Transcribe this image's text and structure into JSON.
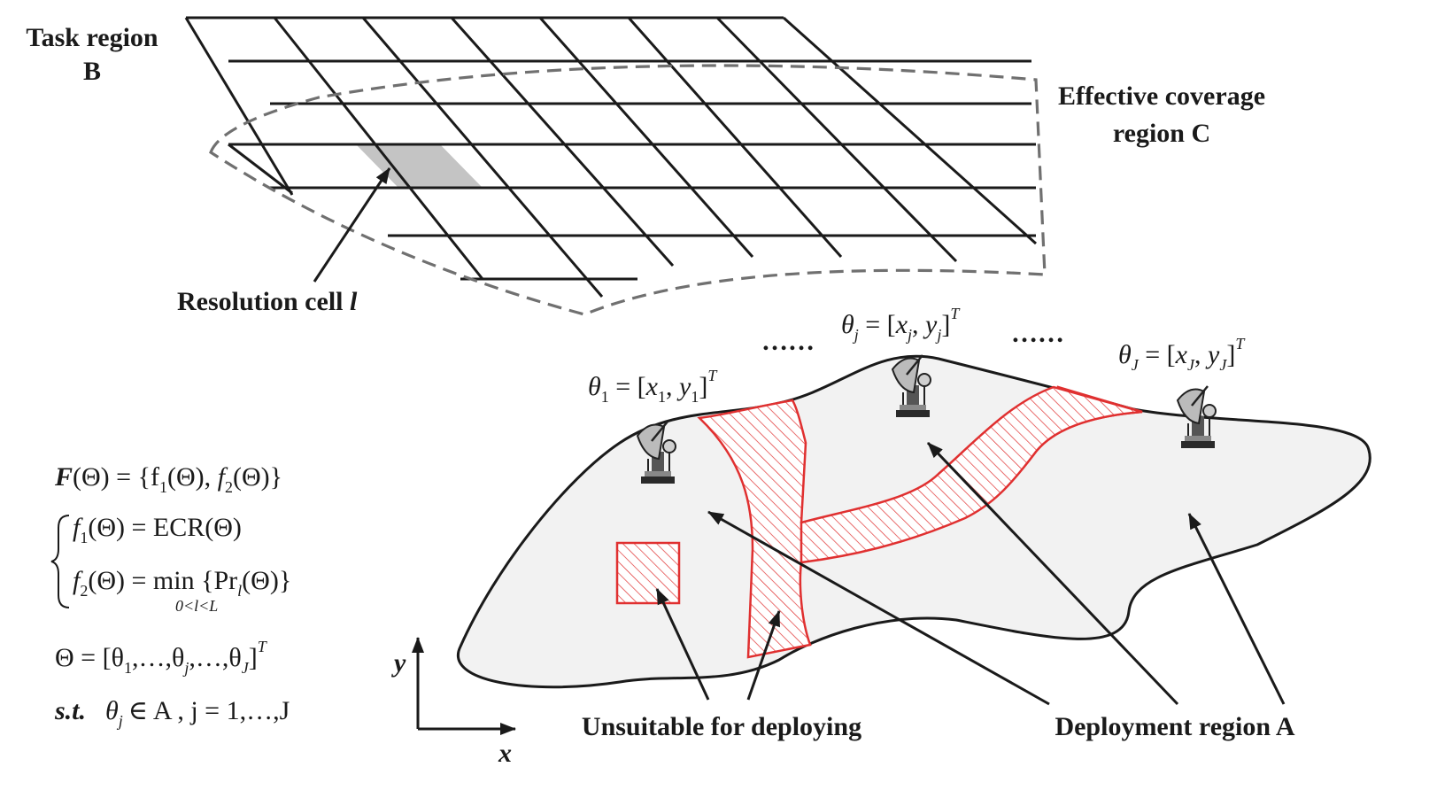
{
  "labels": {
    "task_region_line1": "Task region",
    "task_region_line2": "B",
    "effective_line1": "Effective coverage",
    "effective_line2": "region C",
    "resolution_cell": "Resolution cell ",
    "resolution_cell_var": "l",
    "unsuitable": "Unsuitable for deploying",
    "deployment": "Deployment region A",
    "axis_x": "x",
    "axis_y": "y",
    "dots": "……"
  },
  "sensors": [
    {
      "theta": "θ",
      "index": "1",
      "x": "x",
      "y": "y",
      "sup": "T"
    },
    {
      "theta": "θ",
      "index": "j",
      "x": "x",
      "y": "y",
      "sup": "T"
    },
    {
      "theta": "θ",
      "index": "J",
      "x": "x",
      "y": "y",
      "sup": "T"
    }
  ],
  "formulas": {
    "F_lhs": "F",
    "F_rhs": "(Θ) = {f",
    "f1_name": "f",
    "f1_rhs": "(Θ) = ECR(Θ)",
    "f2_name": "f",
    "f2_rhs": "(Θ) = min {Pr",
    "f2_sub_l": "l",
    "f2_tail": "(Θ)}",
    "min_range": "0<l<L",
    "theta_vec": "Θ = [θ",
    "theta_vec_mid": ",…,θ",
    "theta_vec_tail": ",…,θ",
    "st": "s.t.",
    "st_rhs": "∈ A , j = 1,…,J"
  },
  "colors": {
    "ink": "#1a1a1a",
    "dashed": "#707070",
    "region_fill": "#f2f2f2",
    "highlight_cell": "#c4c4c4",
    "hatch": "#e03030"
  },
  "icons": [
    "radar-antenna-icon",
    "radar-antenna-icon",
    "radar-antenna-icon"
  ]
}
